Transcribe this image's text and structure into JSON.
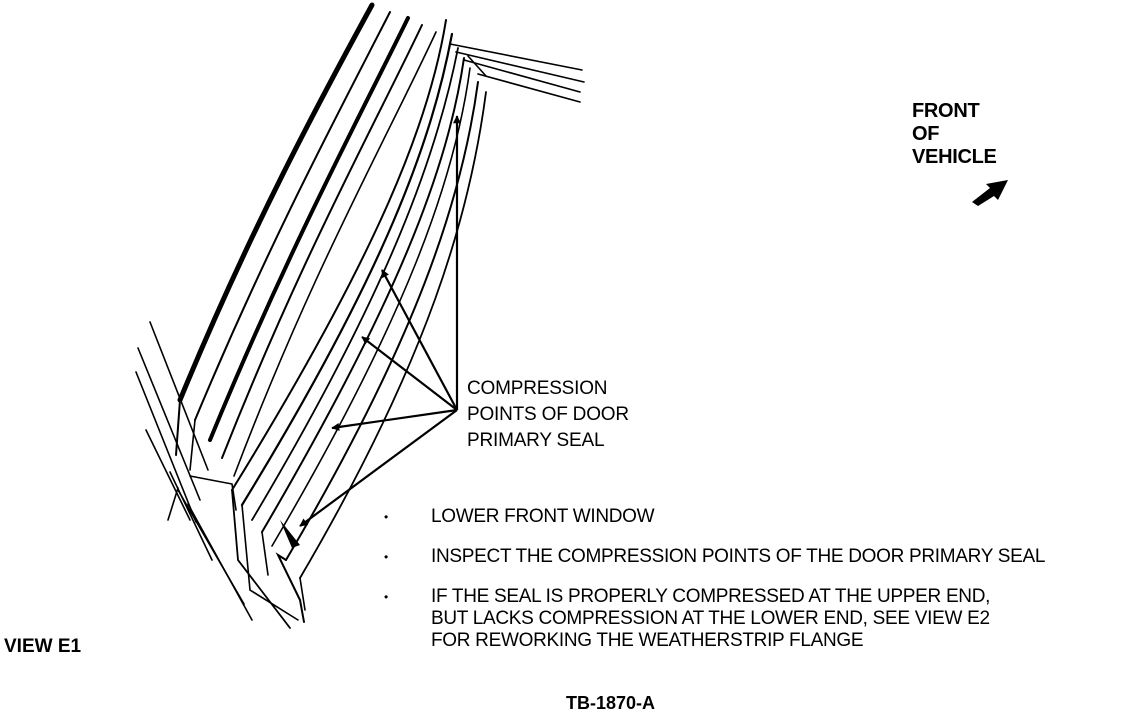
{
  "front_of_vehicle": {
    "lines": [
      "FRONT",
      "OF",
      "VEHICLE"
    ],
    "arrow_icon": "front-direction-arrow"
  },
  "compression_label": {
    "lines": [
      "COMPRESSION",
      "POINTS OF DOOR",
      "PRIMARY SEAL"
    ]
  },
  "instructions": [
    {
      "lines": [
        "LOWER FRONT WINDOW"
      ]
    },
    {
      "lines": [
        "INSPECT THE COMPRESSION POINTS OF THE DOOR PRIMARY SEAL"
      ]
    },
    {
      "lines": [
        "IF THE SEAL IS PROPERLY COMPRESSED AT THE UPPER END,",
        "BUT LACKS COMPRESSION AT THE  LOWER END, SEE VIEW E2",
        "FOR REWORKING THE  WEATHERSTRIP FLANGE"
      ]
    }
  ],
  "view_label": "VIEW E1",
  "figure_code": "TB-1870-A"
}
